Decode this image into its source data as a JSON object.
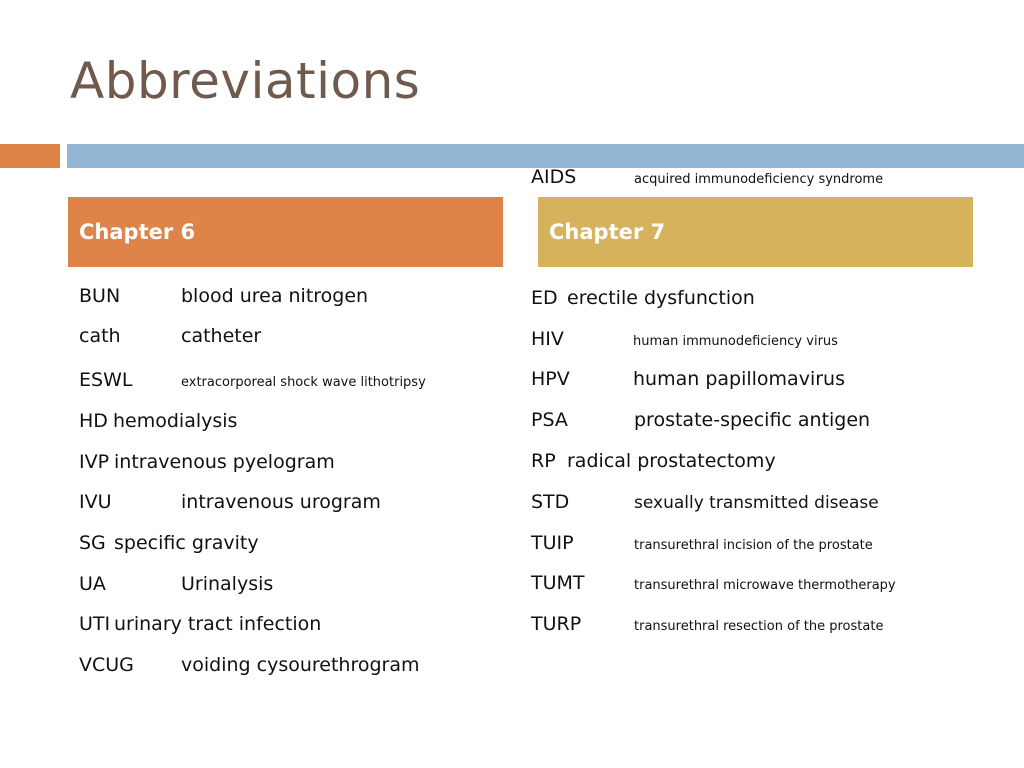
{
  "slide": {
    "title": "Abbreviations",
    "accent_colors": {
      "orange": "#de8448",
      "blue": "#93b6d5",
      "gold": "#d6b25c",
      "title": "#6f5a4e"
    }
  },
  "chapter6": {
    "header": "Chapter 6",
    "items": [
      {
        "abbr": "BUN",
        "def": "blood urea nitrogen"
      },
      {
        "abbr": "cath",
        "def": "catheter"
      },
      {
        "abbr": "ESWL",
        "def": "extracorporeal shock wave lithotripsy"
      },
      {
        "abbr": "HD",
        "def": "hemodialysis"
      },
      {
        "abbr": "IVP",
        "def": "intravenous pyelogram"
      },
      {
        "abbr": "IVU",
        "def": "intravenous urogram"
      },
      {
        "abbr": "SG",
        "def": "specific gravity"
      },
      {
        "abbr": "UA",
        "def": "Urinalysis"
      },
      {
        "abbr": "UTI",
        "def": "urinary tract infection"
      },
      {
        "abbr": "VCUG",
        "def": "voiding cysourethrogram"
      }
    ]
  },
  "chapter7": {
    "header": "Chapter 7",
    "items": [
      {
        "abbr": "AIDS",
        "def": "acquired immunodeficiency syndrome"
      },
      {
        "abbr": "ED",
        "def": "erectile dysfunction"
      },
      {
        "abbr": "HIV",
        "def": "human immunodeficiency virus"
      },
      {
        "abbr": "HPV",
        "def": "human papillomavirus"
      },
      {
        "abbr": "PSA",
        "def": "prostate-specific antigen"
      },
      {
        "abbr": "RP",
        "def": "radical prostatectomy"
      },
      {
        "abbr": "STD",
        "def": "sexually transmitted disease"
      },
      {
        "abbr": "TUIP",
        "def": "transurethral incision of the prostate"
      },
      {
        "abbr": "TUMT",
        "def": "transurethral microwave thermotherapy"
      },
      {
        "abbr": "TURP",
        "def": "transurethral resection of the prostate"
      }
    ]
  }
}
